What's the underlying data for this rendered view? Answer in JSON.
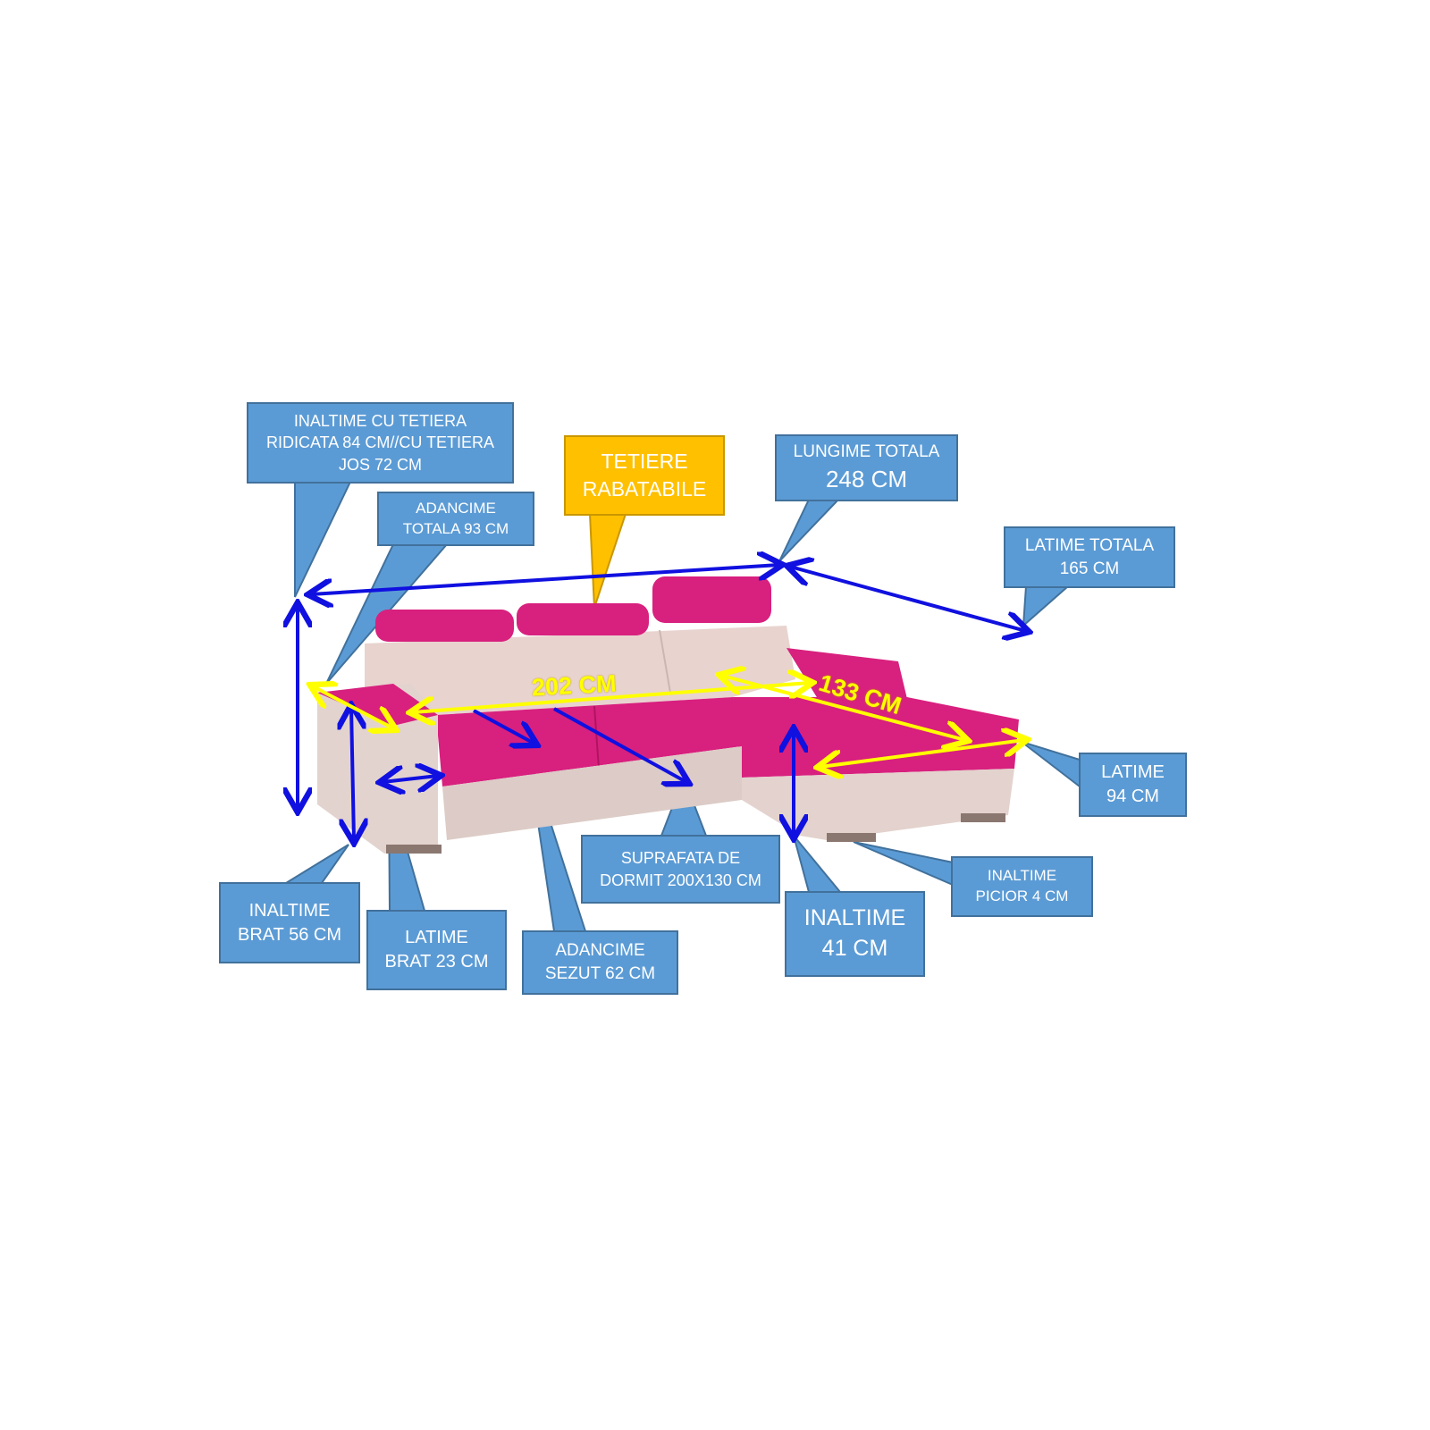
{
  "callouts": {
    "total_height": {
      "lines": [
        "INALTIME CU TETIERA",
        "RIDICATA 84 CM//CU TETIERA",
        "JOS 72 CM"
      ]
    },
    "total_depth": {
      "lines": [
        "ADANCIME",
        "TOTALA 93 CM"
      ]
    },
    "headrests": {
      "lines": [
        "TETIERE",
        "RABATABILE"
      ]
    },
    "total_length": {
      "lines": [
        "LUNGIME TOTALA",
        "248 CM"
      ]
    },
    "total_width": {
      "lines": [
        "LATIME TOTALA",
        "165 CM"
      ]
    },
    "chaise_width": {
      "lines": [
        "LATIME",
        "94 CM"
      ]
    },
    "leg_height": {
      "lines": [
        "INALTIME",
        "PICIOR 4 CM"
      ]
    },
    "seat_height": {
      "lines": [
        "INALTIME",
        "41 CM"
      ]
    },
    "sleeping_area": {
      "lines": [
        "SUPRAFATA DE",
        "DORMIT 200X130 CM"
      ]
    },
    "seat_depth": {
      "lines": [
        "ADANCIME",
        "SEZUT 62 CM"
      ]
    },
    "arm_width": {
      "lines": [
        "LATIME",
        "BRAT 23 CM"
      ]
    },
    "arm_height": {
      "lines": [
        "INALTIME",
        "BRAT 56 CM"
      ]
    }
  },
  "dimensions": {
    "seat_length": "202 CM",
    "chaise_length": "133 CM"
  },
  "colors": {
    "callout": "#5B9BD5",
    "callout_highlight": "#FFC000",
    "arrow_blue": "#1010E0",
    "arrow_yellow": "#FFFF00",
    "fabric_pink": "#D81B7A",
    "fabric_beige": "#E6D6D2"
  }
}
